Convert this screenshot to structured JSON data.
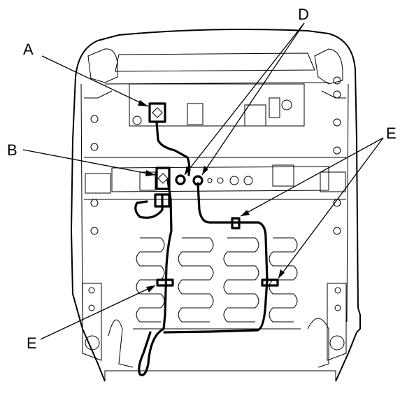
{
  "colors": {
    "line": "#000000",
    "background": "#ffffff"
  },
  "callouts": {
    "a": "A",
    "b": "B",
    "d": "D",
    "e_right": "E",
    "e_left": "E"
  }
}
